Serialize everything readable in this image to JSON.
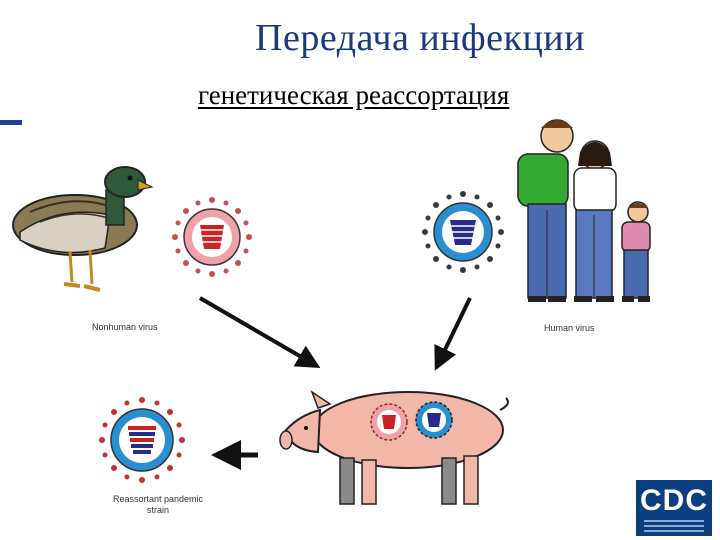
{
  "title": "Передача инфекции",
  "subtitle": "генетическая реассортация",
  "labels": {
    "nonhuman": "Nonhuman virus",
    "human": "Human virus",
    "reassortant_line1": "Reassortant pandemic",
    "reassortant_line2": "strain"
  },
  "logo": {
    "text": "CDC"
  },
  "colors": {
    "title": "#1a3a7a",
    "nonhuman_virus": "#f0a0a8",
    "human_virus": "#2a8fd0",
    "cdc_blue": "#0b3f82"
  }
}
